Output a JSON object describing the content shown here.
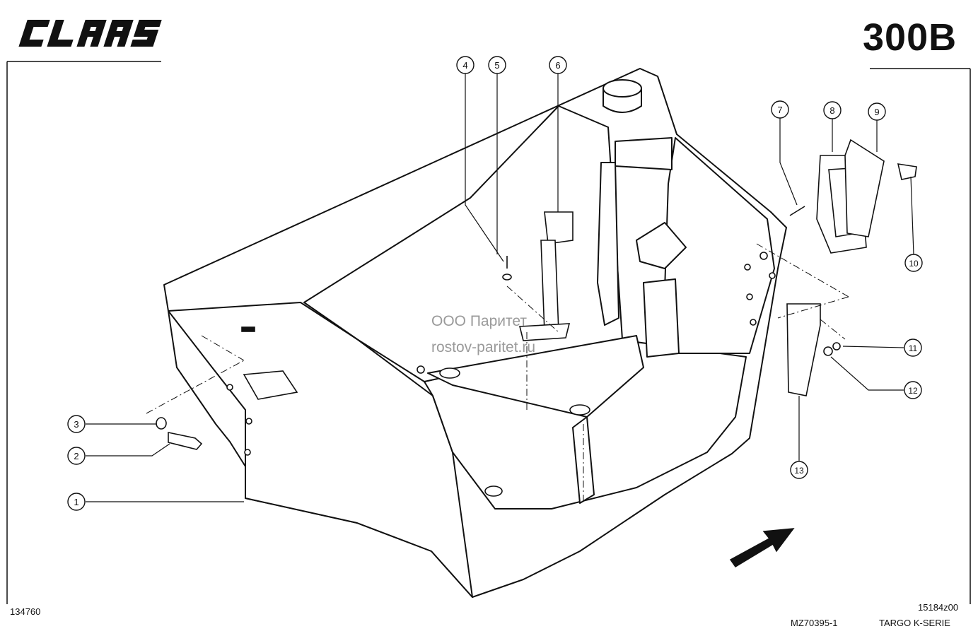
{
  "header": {
    "brand": "CLAAS",
    "page_code": "300B"
  },
  "footer": {
    "drawing_no": "134760",
    "ref_no": "15184z00",
    "mz_no": "MZ70395-1",
    "series": "TARGO K-SERIE"
  },
  "watermark": {
    "line1": "ООО Паритет",
    "line2": "rostov-paritet.ru"
  },
  "callouts": [
    "1",
    "2",
    "3",
    "4",
    "5",
    "6",
    "7",
    "8",
    "9",
    "10",
    "11",
    "12",
    "13"
  ],
  "colors": {
    "ink": "#111111",
    "watermark": "#9a9a9a"
  }
}
